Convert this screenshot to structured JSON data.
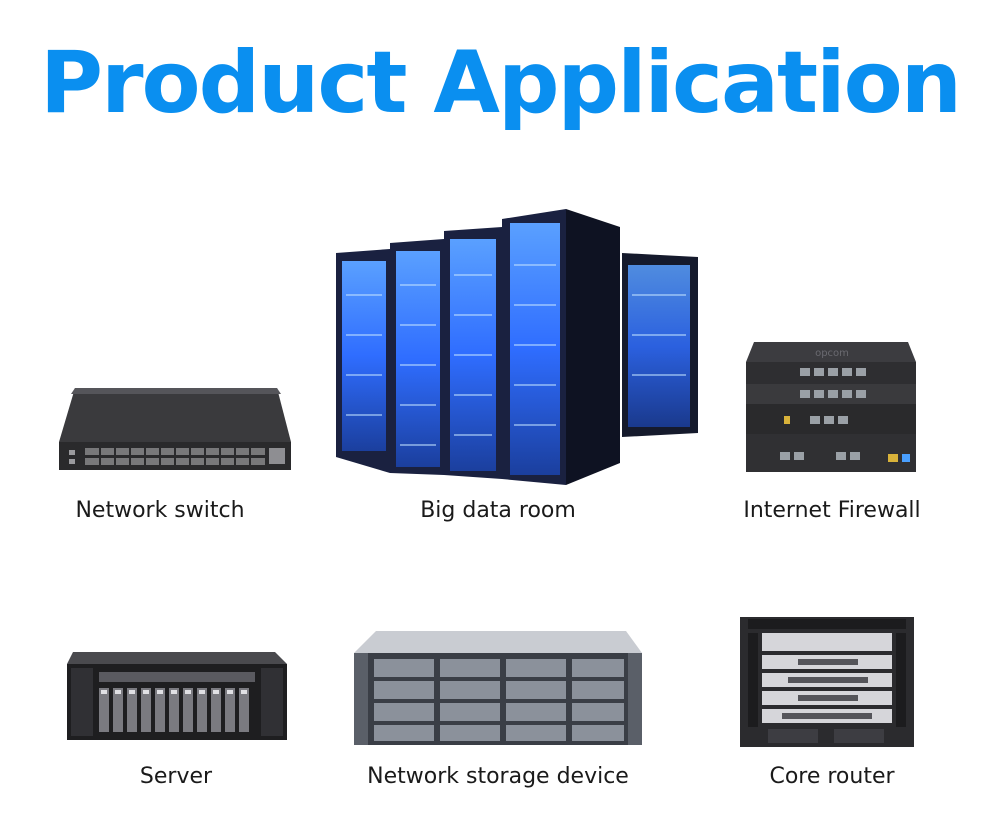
{
  "title": "Product Application",
  "colors": {
    "title": "#0a8ff0",
    "label": "#1a1a1a",
    "rack_glow": "#2f6dff",
    "metal": "#2b2b2e"
  },
  "items": [
    {
      "label": "Network switch",
      "icon": "network-switch-image"
    },
    {
      "label": "Big data room",
      "icon": "data-room-image"
    },
    {
      "label": "Internet Firewall",
      "icon": "firewall-image"
    },
    {
      "label": "Server",
      "icon": "server-image"
    },
    {
      "label": "Network storage device",
      "icon": "storage-device-image"
    },
    {
      "label": "Core router",
      "icon": "core-router-image"
    }
  ]
}
